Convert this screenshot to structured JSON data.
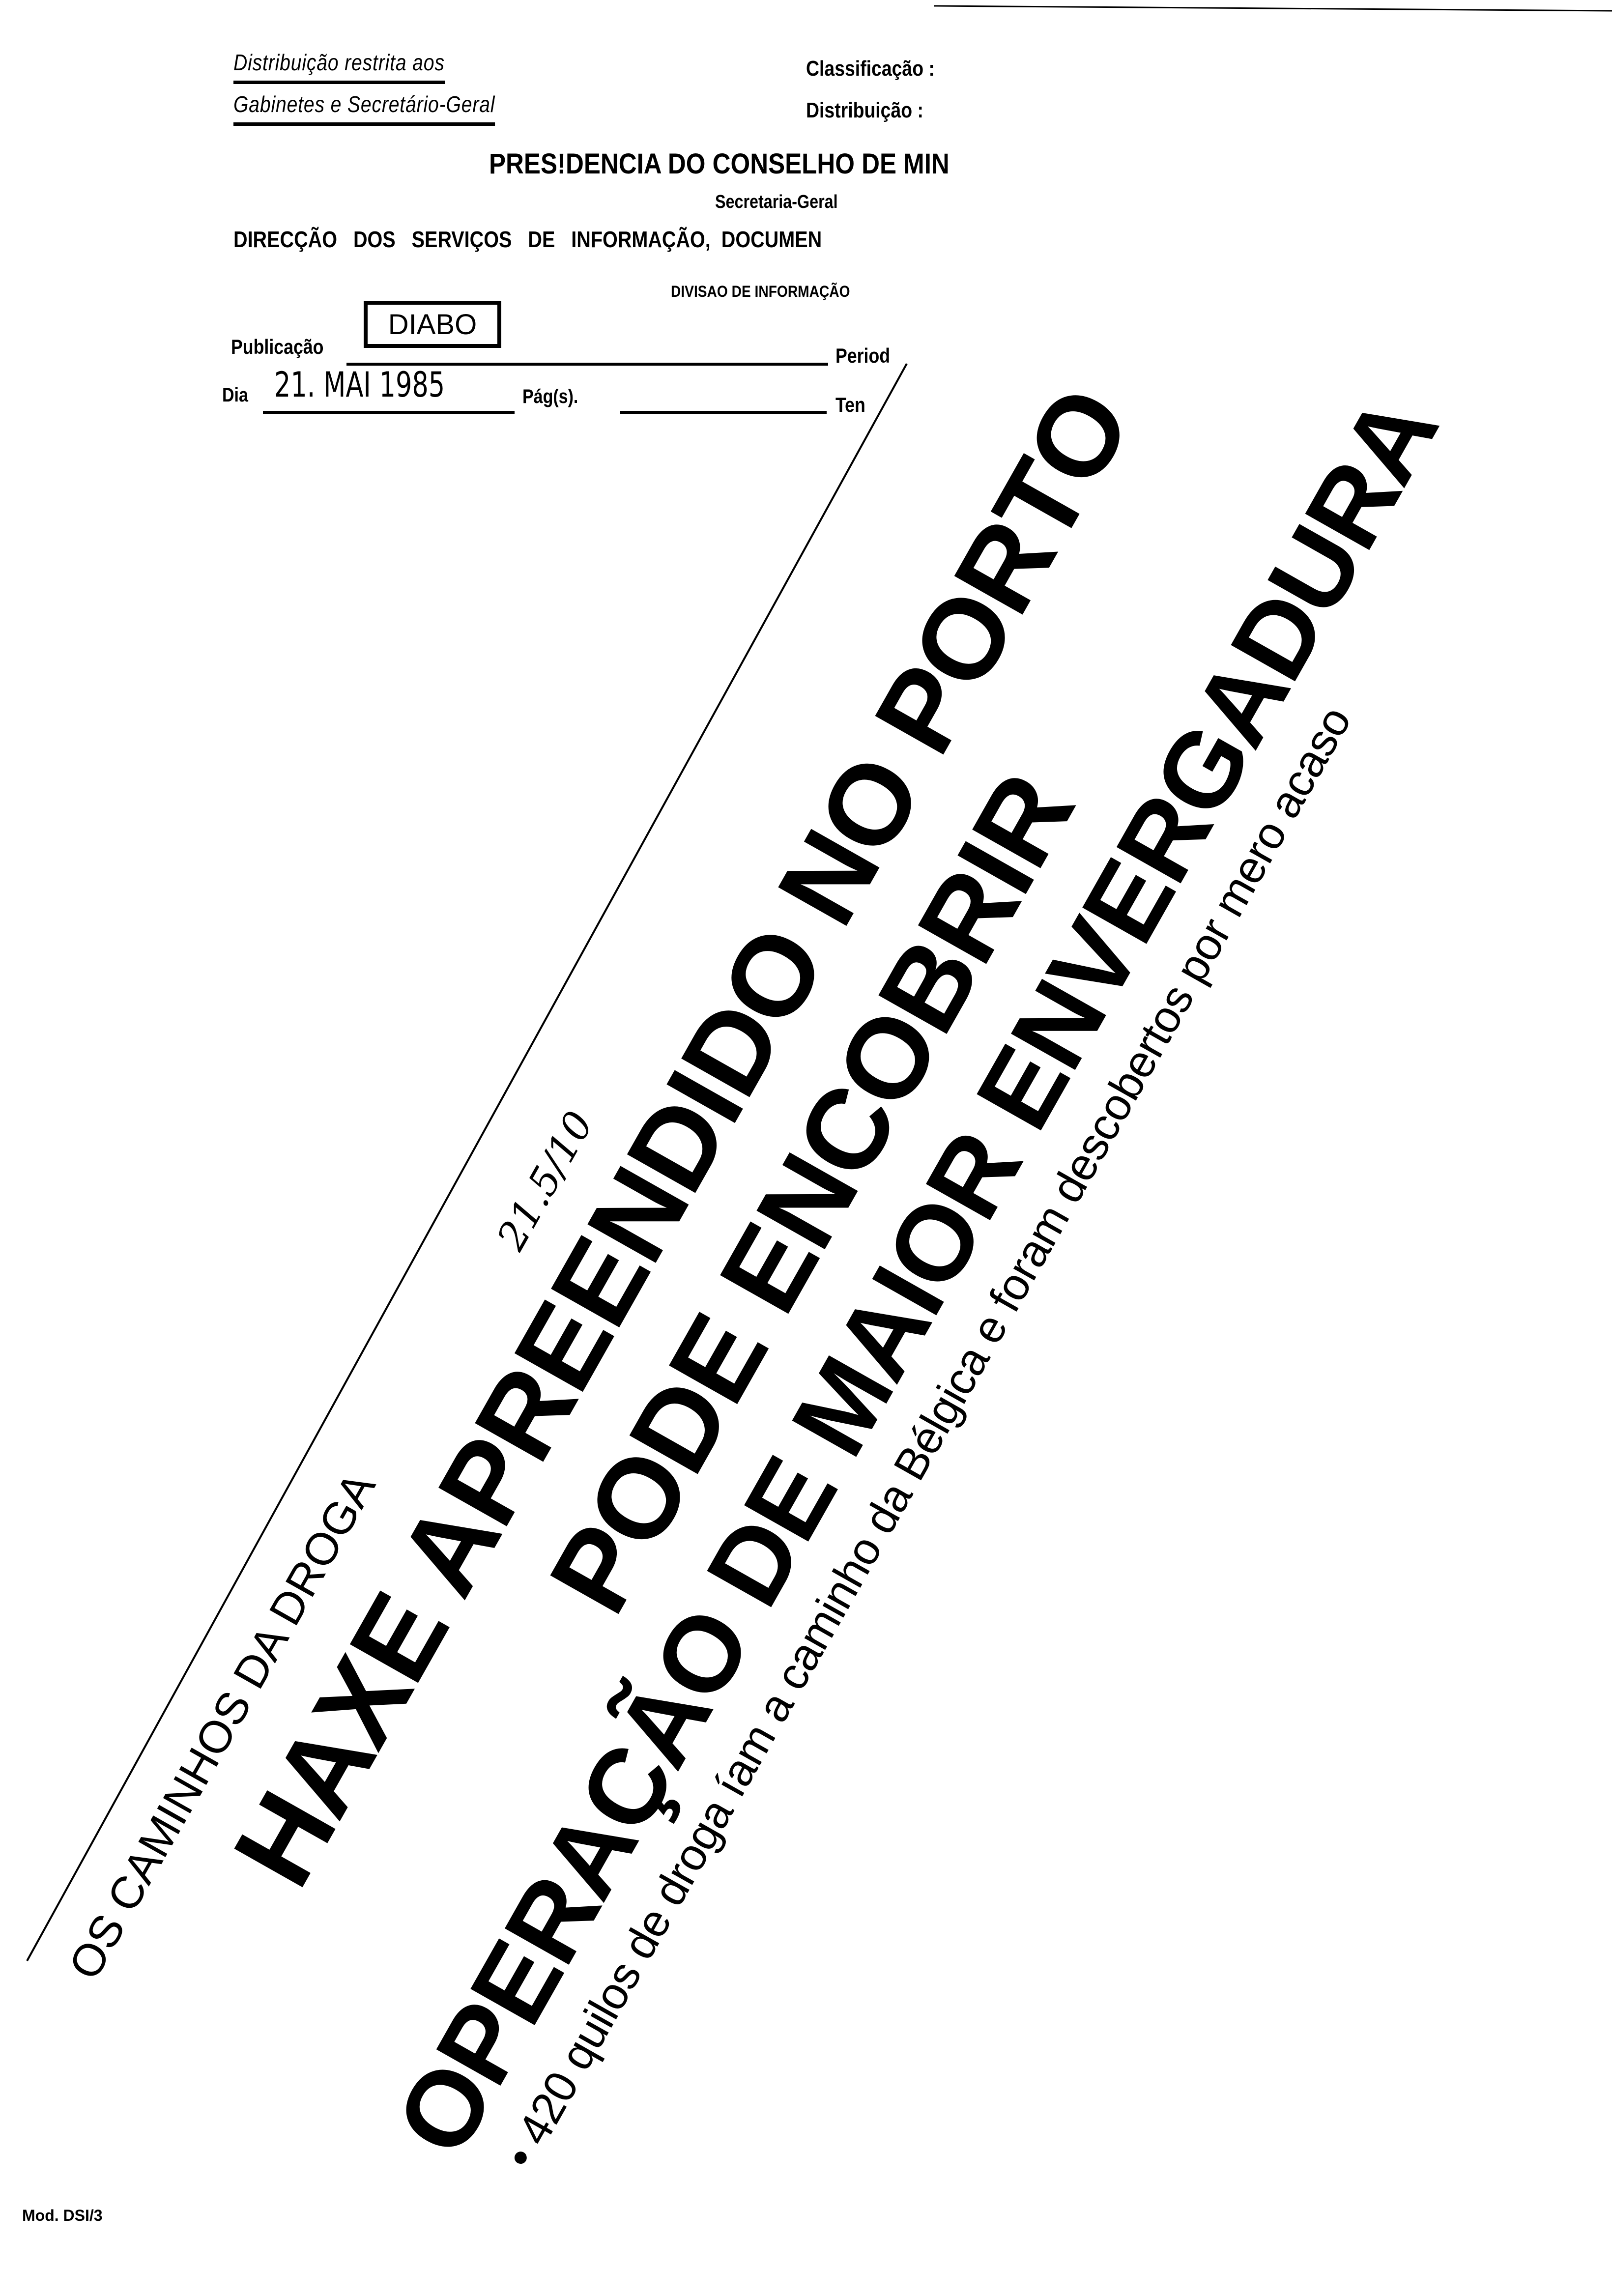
{
  "header": {
    "restricted_line1": "Distribuição restrita aos",
    "restricted_line2": "Gabinetes e Secretário-Geral",
    "classification_label": "Classificação :",
    "distribution_label": "Distribuição :",
    "ministry": "PRES!DENCIA DO CONSELHO DE MIN",
    "secretariat": "Secretaria-Geral",
    "directorate": "DIRECÇÃO   DOS   SERVIÇOS   DE   INFORMAÇÃO,  DOCUMEN",
    "division": "DIVISAO DE INFORMAÇÃO"
  },
  "form": {
    "publication_label": "Publicação",
    "publication_value": "DIABO",
    "period_label": "Period",
    "day_label": "Dia",
    "day_value": "21. MAI 1985",
    "pages_label": "Pág(s).",
    "pages_value": "",
    "ten_label": "Ten"
  },
  "clipping": {
    "kicker": "OS CAMINHOS DA DROGA",
    "headline_1": "HAXE APREENDIDO NO PORTO",
    "headline_2": "PODE ENCOBRIR",
    "headline_3": "OPERAÇÃO DE MAIOR ENVERGADURA",
    "subtitle": "• 420 quilos de droga íam a caminho da Bélgica e foram descobertos por mero acaso",
    "handwritten_note": "21.5/10"
  },
  "footer": {
    "form_code": "Mod. DSI/3"
  }
}
